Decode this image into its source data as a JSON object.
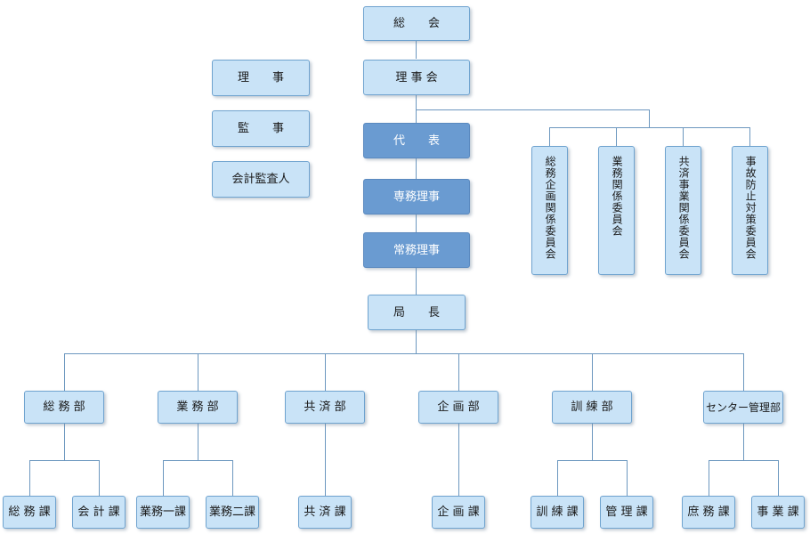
{
  "top": {
    "soukai": "総　　会",
    "rijikai": "理 事 会",
    "daihyou": "代　　表",
    "senmu": "専務理事",
    "joumu": "常務理事",
    "kyokuchou": "局　　長"
  },
  "officers": {
    "riji": "理　　事",
    "kanji": "監　　事",
    "kansanin": "会計監査人"
  },
  "committees": [
    "総務企画関係委員会",
    "業務関係委員会",
    "共済事業関係委員会",
    "事故防止対策委員会"
  ],
  "departments": [
    {
      "name": "総 務 部",
      "sections": [
        "総 務 課",
        "会 計 課"
      ]
    },
    {
      "name": "業 務 部",
      "sections": [
        "業務一課",
        "業務二課"
      ]
    },
    {
      "name": "共 済 部",
      "sections": [
        "共 済 課"
      ]
    },
    {
      "name": "企 画 部",
      "sections": [
        "企 画 課"
      ]
    },
    {
      "name": "訓 練 部",
      "sections": [
        "訓 練 課",
        "管 理 課"
      ]
    },
    {
      "name": "センター管理部",
      "sections": [
        "庶 務 課",
        "事 業 課"
      ]
    }
  ],
  "colors": {
    "box_fill": "#c9e3f7",
    "box_dark_fill": "#6a9bd1",
    "connector": "#6c97bf"
  }
}
